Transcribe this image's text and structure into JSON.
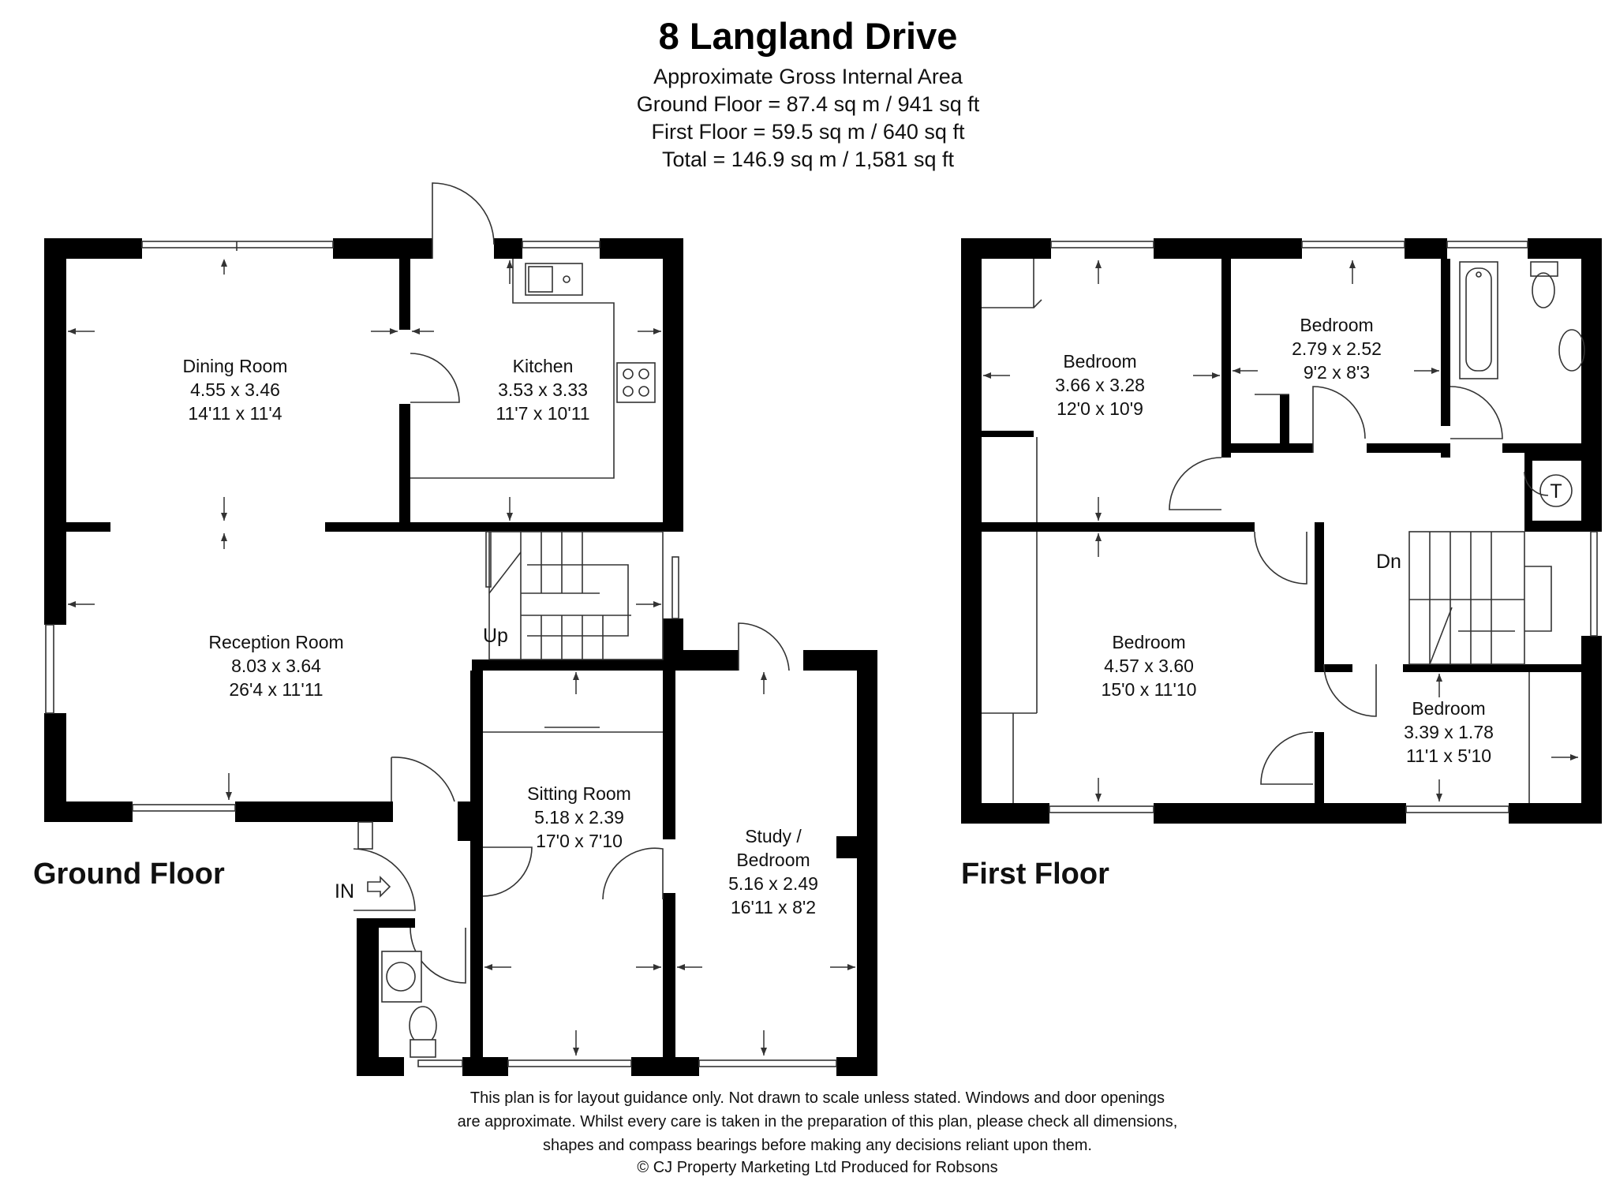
{
  "header": {
    "title": "8 Langland Drive",
    "area_lines": [
      "Approximate Gross Internal Area",
      "Ground Floor = 87.4 sq m / 941 sq ft",
      "First Floor = 59.5 sq m / 640 sq ft",
      "Total = 146.9 sq m / 1,581 sq ft"
    ]
  },
  "ground_floor": {
    "label": "Ground Floor",
    "entrance_label": "IN",
    "stairs_label": "Up",
    "rooms": [
      {
        "name": "Dining Room",
        "metric": "4.55 x 3.46",
        "imperial": "14'11 x 11'4"
      },
      {
        "name": "Kitchen",
        "metric": "3.53 x 3.33",
        "imperial": "11'7 x 10'11"
      },
      {
        "name": "Reception Room",
        "metric": "8.03 x 3.64",
        "imperial": "26'4 x 11'11"
      },
      {
        "name": "Sitting Room",
        "metric": "5.18 x 2.39",
        "imperial": "17'0 x 7'10"
      },
      {
        "name_lines": [
          "Study /",
          "Bedroom"
        ],
        "metric": "5.16 x 2.49",
        "imperial": "16'11 x 8'2"
      }
    ]
  },
  "first_floor": {
    "label": "First Floor",
    "stairs_label": "Dn",
    "tank_label": "T",
    "rooms": [
      {
        "name": "Bedroom",
        "metric": "3.66 x 3.28",
        "imperial": "12'0 x 10'9"
      },
      {
        "name": "Bedroom",
        "metric": "2.79 x 2.52",
        "imperial": "9'2 x 8'3"
      },
      {
        "name": "Bedroom",
        "metric": "4.57 x 3.60",
        "imperial": "15'0 x 11'10"
      },
      {
        "name": "Bedroom",
        "metric": "3.39 x 1.78",
        "imperial": "11'1 x 5'10"
      }
    ]
  },
  "footer": {
    "lines": [
      "This plan is for layout guidance only. Not drawn to scale unless stated. Windows and door openings",
      "are approximate. Whilst every care is taken in the preparation of this plan, please check all dimensions,",
      "shapes and compass bearings before making any decisions reliant upon them.",
      "© CJ Property Marketing Ltd Produced for Robsons"
    ]
  }
}
